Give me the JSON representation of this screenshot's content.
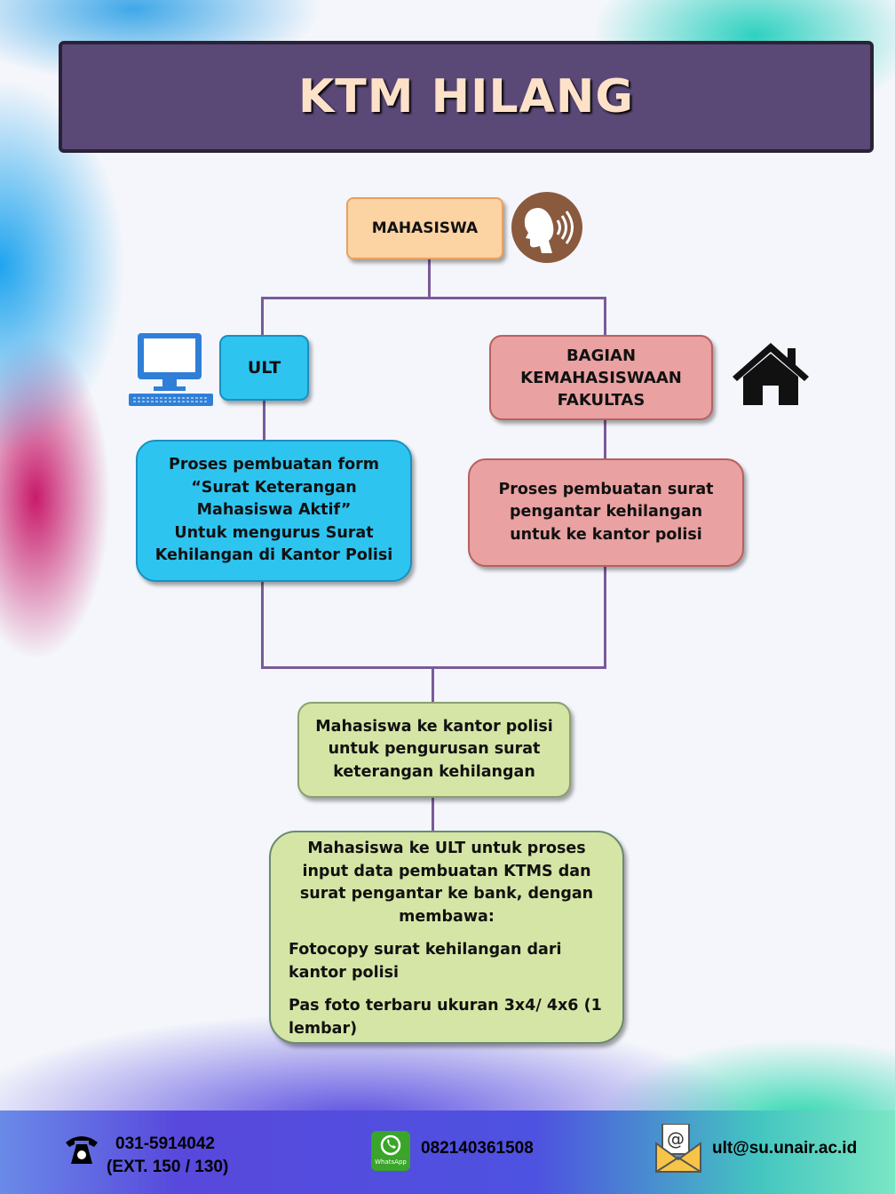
{
  "title": "KTM HILANG",
  "nodes": {
    "mahasiswa": "MAHASISWA",
    "ult": "ULT",
    "bagian": [
      "BAGIAN",
      "KEMAHASISWAAN",
      "FAKULTAS"
    ],
    "ult_process": [
      "Proses pembuatan form",
      "“Surat Keterangan",
      "Mahasiswa Aktif”",
      "Untuk mengurus Surat",
      "Kehilangan di Kantor Polisi"
    ],
    "bagian_process": [
      "Proses pembuatan surat",
      "pengantar kehilangan",
      "untuk ke kantor polisi"
    ],
    "police": [
      "Mahasiswa ke kantor polisi",
      "untuk pengurusan  surat",
      "keterangan kehilangan"
    ],
    "final_intro": [
      "Mahasiswa  ke ULT untuk proses",
      "input data pembuatan KTMS dan",
      "surat pengantar  ke bank, dengan",
      "membawa:"
    ],
    "final_items": [
      "Fotocopy surat kehilangan dari kantor polisi",
      "Pas foto terbaru ukuran 3x4/ 4x6 (1 lembar)"
    ]
  },
  "footer": {
    "phone": "031-5914042",
    "ext": "(EXT. 150 / 130)",
    "whatsapp_label": "WhatsApp",
    "whatsapp": "082140361508",
    "email": "ult@su.unair.ac.id"
  },
  "colors": {
    "banner": "#5a4877",
    "mahasiswa": "#fcd3a2",
    "ult": "#2ec4f0",
    "bagian": "#e9a1a1",
    "green": "#d5e5a5",
    "line": "#7a5a9a"
  }
}
